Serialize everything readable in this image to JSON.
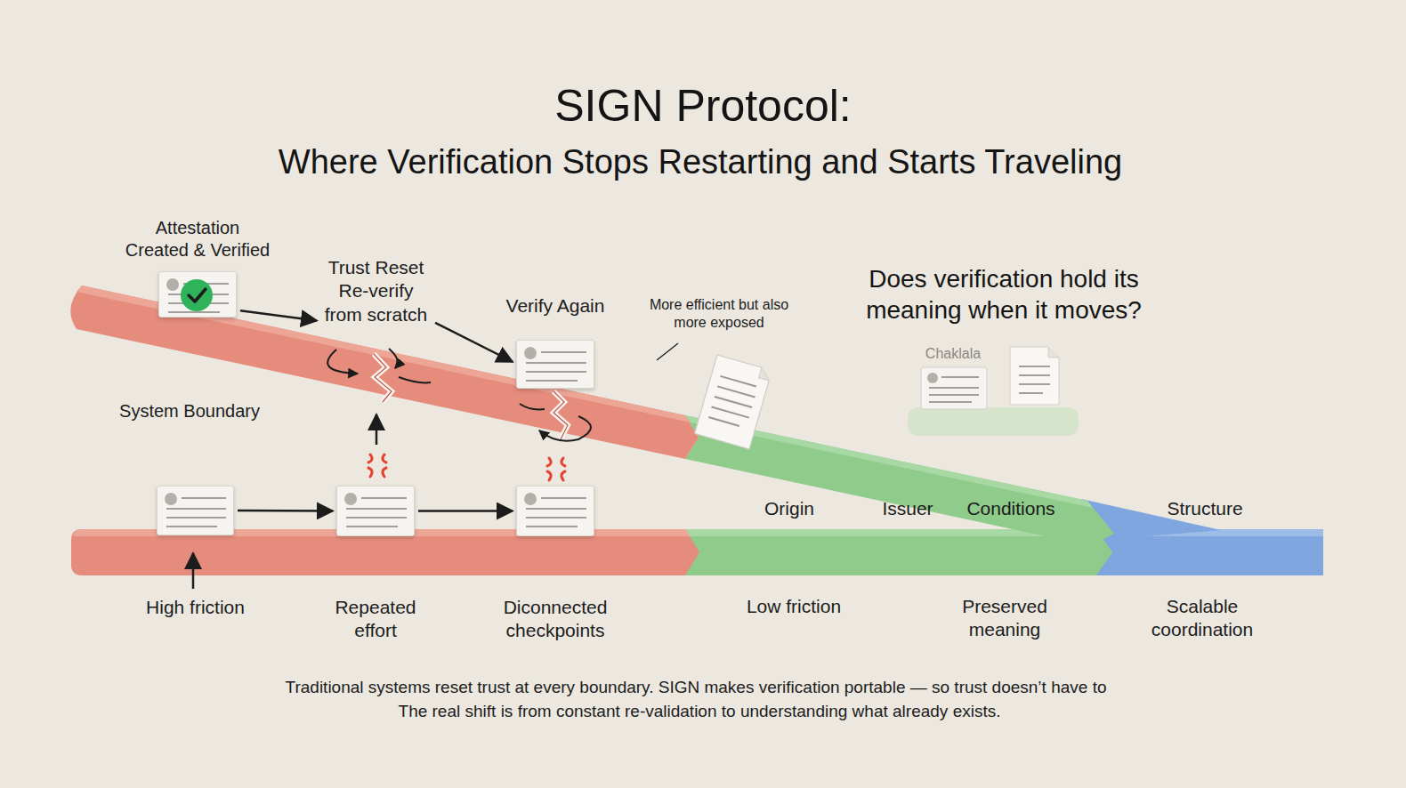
{
  "diagram": {
    "title": "SIGN Protocol:",
    "caption": "Traditional systems reset trust at every boundary. SIGN makes verification portable — so trust doesn’t have to",
    "nodes": [
      {
        "text": [
          "Attestation Created & Verified"
        ]
      },
      {
        "text": [
          "Trust Reset Re-verify from scratch"
        ]
      },
      {
        "text": [
          "Verify Again"
        ]
      },
      {
        "text": [
          "High friction"
        ]
      },
      {
        "text": [
          "Repeated effort"
        ]
      },
      {
        "text": [
          "Diconnected checkpoints"
        ]
      }
    ],
    "edges": [
      {
        "from": 0,
        "to": 1,
        "arrow": "to"
      },
      {
        "from": 1,
        "to": 2,
        "arrow": "to"
      },
      {
        "from": 3,
        "to": 4,
        "arrow": "to"
      },
      {
        "from": 4,
        "to": 5,
        "arrow": "to"
      }
    ],
    "labels": [
      "Where Verification Stops Restarting and Starts Traveling",
      "System Boundary",
      "More efficient but also more exposed",
      "Does verification hold its meaning when it moves?",
      "Chaklala",
      "Origin",
      "Issuer",
      "Conditions",
      "Structure",
      "Low friction",
      "Preserved meaning",
      "Scalable coordination",
      "The real shift is from constant re-validation to understanding what already exists."
    ]
  }
}
